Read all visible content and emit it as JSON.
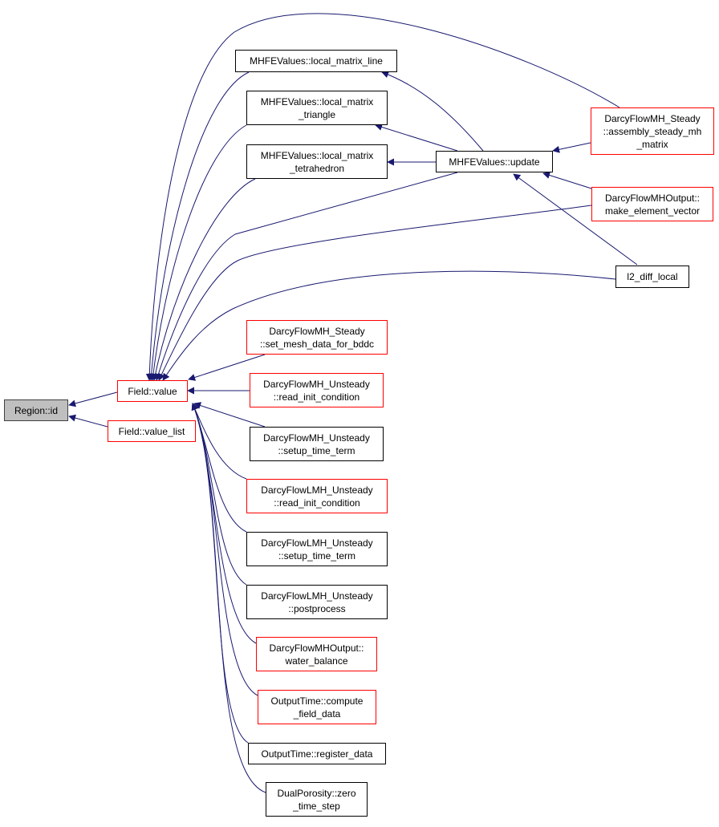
{
  "colors": {
    "edge": "#191970",
    "caller_border_red": "#ff0000",
    "caller_border_black": "#000000",
    "root_fill": "#bfbfbf"
  },
  "nodes": {
    "region_id": {
      "lines": [
        "Region::id"
      ],
      "style": "gray"
    },
    "field_value": {
      "lines": [
        "Field::value"
      ],
      "style": "red"
    },
    "field_value_list": {
      "lines": [
        "Field::value_list"
      ],
      "style": "red"
    },
    "local_matrix_line": {
      "lines": [
        "MHFEValues::local_matrix_line"
      ],
      "style": "black"
    },
    "local_matrix_triangle": {
      "lines": [
        "MHFEValues::local_matrix",
        "_triangle"
      ],
      "style": "black"
    },
    "local_matrix_tetrahedron": {
      "lines": [
        "MHFEValues::local_matrix",
        "_tetrahedron"
      ],
      "style": "black"
    },
    "mhfe_update": {
      "lines": [
        "MHFEValues::update"
      ],
      "style": "black"
    },
    "assembly_steady": {
      "lines": [
        "DarcyFlowMH_Steady",
        "::assembly_steady_mh",
        "_matrix"
      ],
      "style": "red"
    },
    "make_element_vector": {
      "lines": [
        "DarcyFlowMHOutput::",
        "make_element_vector"
      ],
      "style": "red"
    },
    "l2_diff_local": {
      "lines": [
        "l2_diff_local"
      ],
      "style": "black"
    },
    "set_mesh_data": {
      "lines": [
        "DarcyFlowMH_Steady",
        "::set_mesh_data_for_bddc"
      ],
      "style": "red"
    },
    "mh_unsteady_read_init": {
      "lines": [
        "DarcyFlowMH_Unsteady",
        "::read_init_condition"
      ],
      "style": "red"
    },
    "mh_unsteady_setup": {
      "lines": [
        "DarcyFlowMH_Unsteady",
        "::setup_time_term"
      ],
      "style": "black"
    },
    "lmh_unsteady_read_init": {
      "lines": [
        "DarcyFlowLMH_Unsteady",
        "::read_init_condition"
      ],
      "style": "red"
    },
    "lmh_unsteady_setup": {
      "lines": [
        "DarcyFlowLMH_Unsteady",
        "::setup_time_term"
      ],
      "style": "black"
    },
    "lmh_unsteady_postprocess": {
      "lines": [
        "DarcyFlowLMH_Unsteady",
        "::postprocess"
      ],
      "style": "black"
    },
    "water_balance": {
      "lines": [
        "DarcyFlowMHOutput::",
        "water_balance"
      ],
      "style": "red"
    },
    "compute_field_data": {
      "lines": [
        "OutputTime::compute",
        "_field_data"
      ],
      "style": "red"
    },
    "register_data": {
      "lines": [
        "OutputTime::register_data"
      ],
      "style": "black"
    },
    "zero_time_step": {
      "lines": [
        "DualPorosity::zero",
        "_time_step"
      ],
      "style": "black"
    }
  }
}
